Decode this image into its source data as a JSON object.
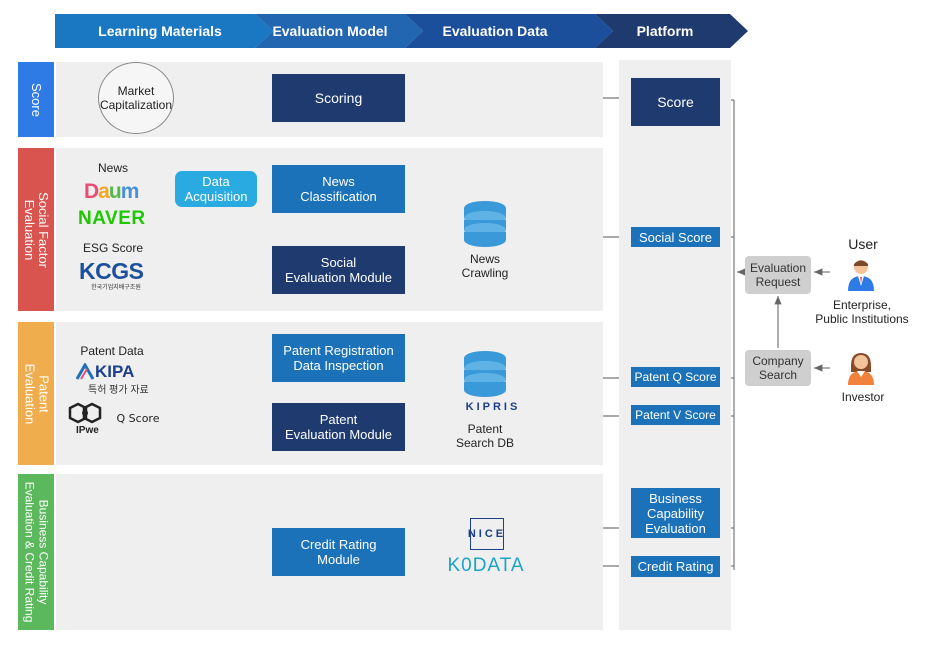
{
  "header": {
    "stages": [
      "Learning Materials",
      "Evaluation Model",
      "Evaluation Data",
      "Platform"
    ]
  },
  "sections": {
    "score": "Score",
    "social": "Social Factor\nEvaluation",
    "patent": "Patent\nEvaluation",
    "business": "Business Capability\nEvaluation & Credit Rating"
  },
  "materials": {
    "market_cap": "Market\nCapitalization",
    "news_label": "News",
    "daum": "Daum",
    "naver": "NAVER",
    "esg_label": "ESG Score",
    "kcgs": "KCGS",
    "kcgs_sub": "한국기업지배구조원",
    "patent_data": "Patent Data",
    "kipa": "KIPA",
    "kipa_sub": "특허 평가 자료",
    "ipwe": "IPwe",
    "q_score": "Q Score"
  },
  "models": {
    "scoring": "Scoring",
    "data_acq": "Data\nAcquisition",
    "news_class": "News\nClassification",
    "social_module": "Social\nEvaluation Module",
    "patent_reg": "Patent Registration\nData Inspection",
    "patent_module": "Patent\nEvaluation Module",
    "credit_module": "Credit Rating\nModule"
  },
  "data": {
    "news_crawling": "News\nCrawling",
    "kipris": "KIPRIS",
    "patent_db": "Patent\nSearch DB",
    "nice": "NICE",
    "kodata": "K0DATA"
  },
  "platform": {
    "score": "Score",
    "social_score": "Social Score",
    "patent_q": "Patent Q Score",
    "patent_v": "Patent V Score",
    "business_cap": "Business\nCapability\nEvaluation",
    "credit_rating": "Credit Rating"
  },
  "user": {
    "title": "User",
    "eval_request": "Evaluation\nRequest",
    "company_search": "Company\nSearch",
    "enterprise": "Enterprise,\nPublic Institutions",
    "investor": "Investor"
  },
  "colors": {
    "header_blue": "#1a78c2",
    "header_navy": "#1e3a6e",
    "score_side": "#2f7be6",
    "social_side": "#d9534f",
    "patent_side": "#f0ad4e",
    "business_side": "#5cb85c"
  }
}
